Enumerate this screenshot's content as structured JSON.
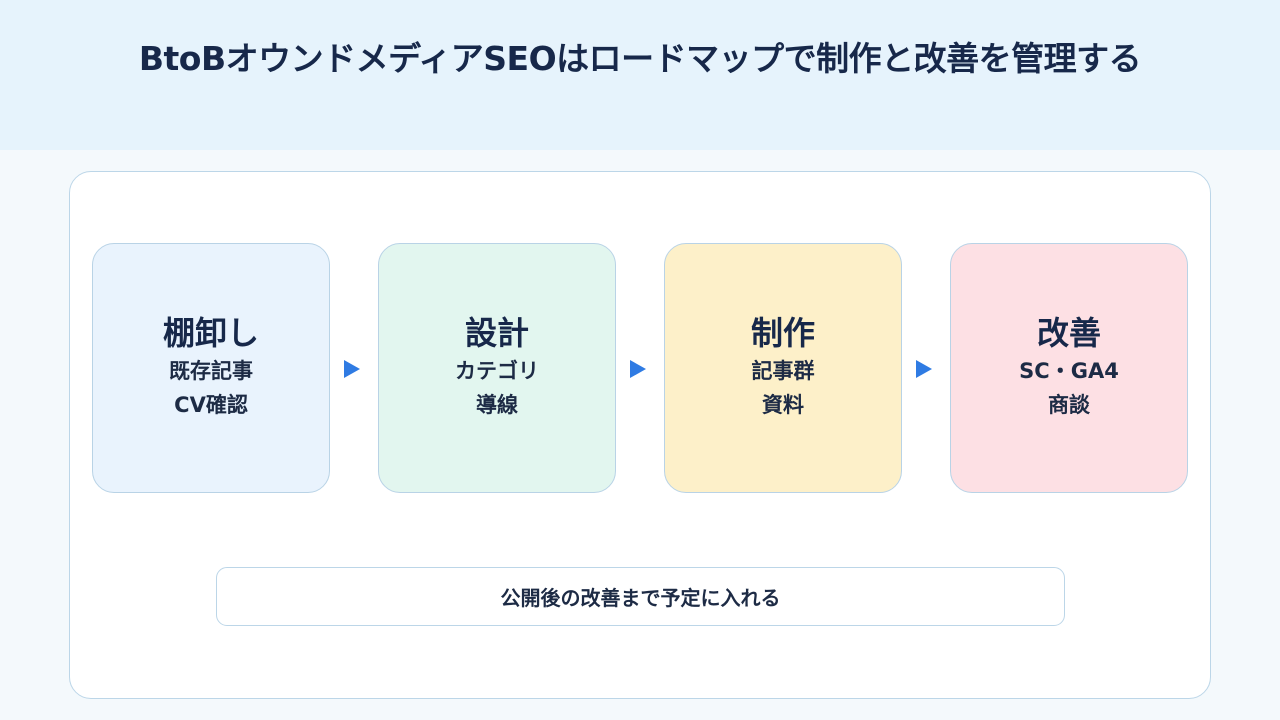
{
  "title": "BtoBオウンドメディアSEOはロードマップで制作と改善を管理する",
  "colors": {
    "header_bg": "#e6f3fc",
    "arrow": "#2f7be3",
    "step1_bg": "#e9f3fd",
    "step2_bg": "#e2f6ef",
    "step3_bg": "#fdf0c9",
    "step4_bg": "#fde0e4"
  },
  "steps": [
    {
      "title": "棚卸し",
      "line1": "既存記事",
      "line2": "CV確認"
    },
    {
      "title": "設計",
      "line1": "カテゴリ",
      "line2": "導線"
    },
    {
      "title": "制作",
      "line1": "記事群",
      "line2": "資料"
    },
    {
      "title": "改善",
      "line1": "SC・GA4",
      "line2": "商談"
    }
  ],
  "arrow_icon": "right-arrow-icon",
  "note": "公開後の改善まで予定に入れる"
}
